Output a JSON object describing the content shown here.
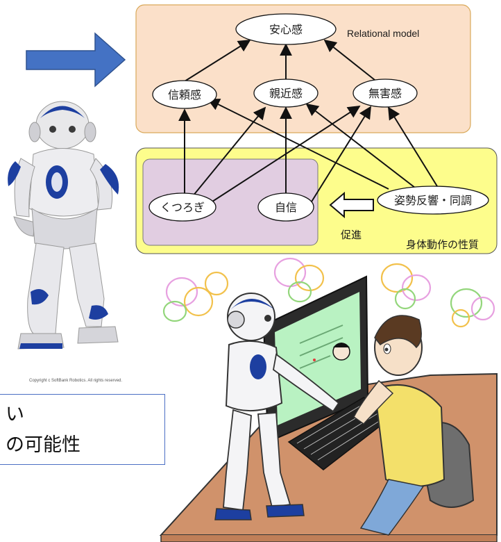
{
  "model": {
    "label": "Relational model",
    "top_node": "安心感",
    "mid_nodes": [
      "信頼感",
      "親近感",
      "無害感"
    ]
  },
  "motion": {
    "section_label": "身体動作の性質",
    "nodes": [
      "くつろぎ",
      "自信",
      "姿勢反響・同調"
    ],
    "promote_label": "促進"
  },
  "caption": {
    "line1": "い",
    "line2": "の可能性"
  },
  "copyright": "Copyright c SoftBank Robotics. All rights reserved.",
  "colors": {
    "model_bg": "#fbe0c9",
    "motion_bg": "#fdfd8c",
    "inner_bg": "#e1cde1",
    "arrow_blue": "#4472c4",
    "node_fill": "#ffffff"
  }
}
